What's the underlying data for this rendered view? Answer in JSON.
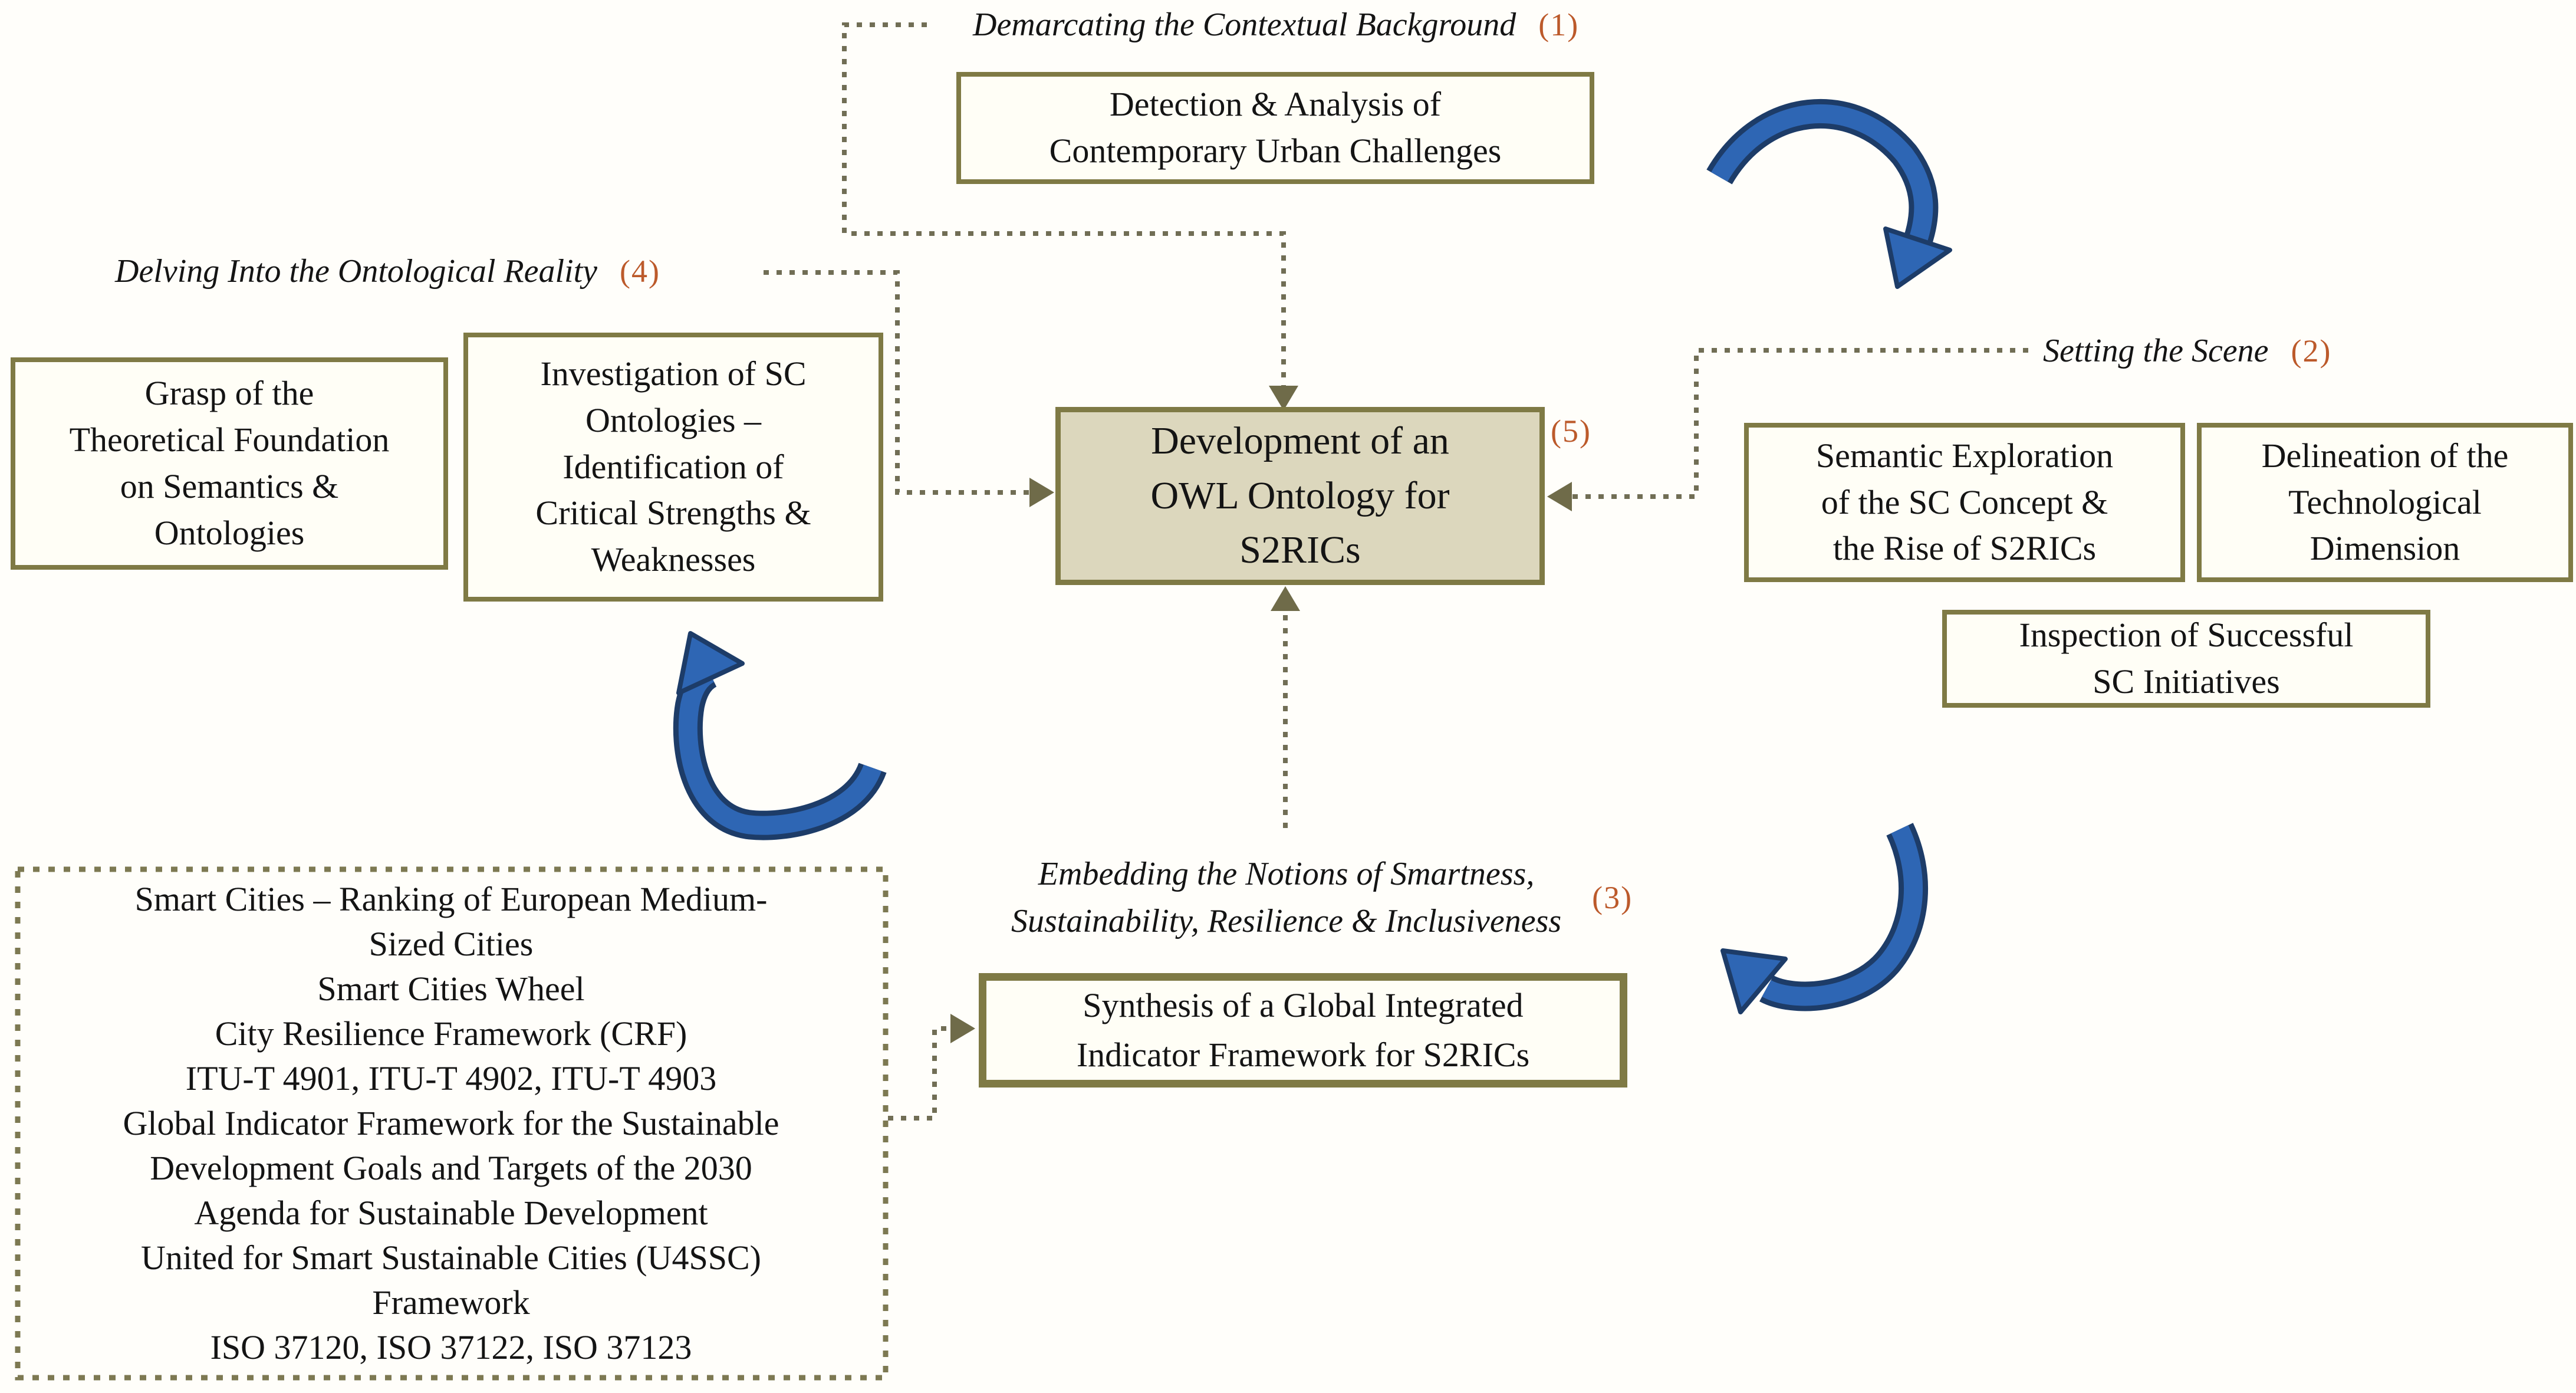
{
  "figure": {
    "title_domain": "Research methodology diagram",
    "labels": {
      "demarcating": {
        "text": "Demarcating the Contextual Background",
        "num": "(1)"
      },
      "setting": {
        "text": "Setting the Scene",
        "num": "(2)"
      },
      "embedding": {
        "text": "Embedding the Notions of Smartness,\nSustainability, Resilience & Inclusiveness",
        "num": "(3)"
      },
      "delving": {
        "text": "Delving Into the Ontological Reality",
        "num": "(4)"
      },
      "development_num": "(5)"
    },
    "boxes": {
      "detection": "Detection & Analysis of\nContemporary Urban Challenges",
      "grasp": "Grasp of the\nTheoretical Foundation\non Semantics &\nOntologies",
      "investigation": "Investigation of SC\nOntologies –\nIdentification of\nCritical Strengths &\nWeaknesses",
      "development": "Development of an\nOWL Ontology for\nS2RICs",
      "semantic": "Semantic Exploration\nof the SC Concept &\nthe Rise of S2RICs",
      "delineation": "Delineation of the\nTechnological\nDimension",
      "inspection": "Inspection of Successful\nSC Initiatives",
      "synthesis": "Synthesis of a Global Integrated\nIndicator Framework for S2RICs"
    },
    "frameworks": [
      "Smart Cities – Ranking of European Medium-\nSized Cities",
      "Smart Cities Wheel",
      "City Resilience Framework (CRF)",
      "ITU-T 4901, ITU-T 4902, ITU-T 4903",
      "Global Indicator Framework for the Sustainable\nDevelopment Goals and Targets of the 2030\nAgenda for Sustainable Development",
      "United for Smart Sustainable Cities (U4SSC)\nFramework",
      "ISO 37120, ISO 37122, ISO 37123"
    ],
    "colors": {
      "box_border_olive": "#7f7a45",
      "center_box_fill": "#dcd7bd",
      "dotted_line": "#716e55",
      "phase_number_orange": "#bc5a2b",
      "arrow_blue": "#2e66b4",
      "arrow_outline_navy": "#1d3c68",
      "text": "#141414",
      "background": "#fffefa"
    }
  }
}
